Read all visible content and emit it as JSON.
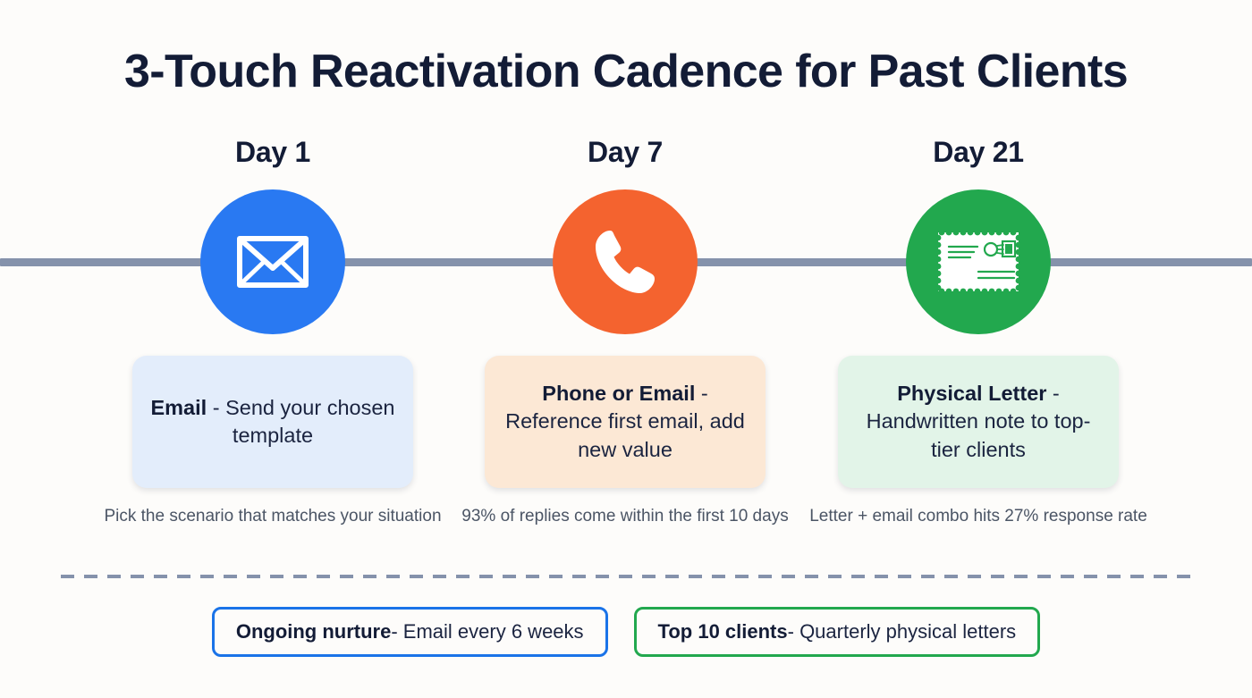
{
  "title": "3-Touch Reactivation Cadence for Past Clients",
  "colors": {
    "background": "#fdfcfa",
    "title_text": "#131c36",
    "timeline_bar": "#8592ab",
    "divider": "#8592ab",
    "step1_circle": "#2979f2",
    "step2_circle": "#f4632f",
    "step3_circle": "#22a84e",
    "step1_card": "#e3edfb",
    "step2_card": "#fce8d5",
    "step3_card": "#e2f4e8",
    "caption_text": "#4b5565",
    "pill_blue_border": "#1a73e8",
    "pill_green_border": "#22a84e"
  },
  "steps": [
    {
      "day_label": "Day 1",
      "icon": "envelope-icon",
      "circle_color": "#2979f2",
      "card_color": "#e3edfb",
      "card_bold": "Email",
      "card_rest": " - Send your chosen template",
      "caption": "Pick the scenario that matches your situation"
    },
    {
      "day_label": "Day 7",
      "icon": "phone-icon",
      "circle_color": "#f4632f",
      "card_color": "#fce8d5",
      "card_bold": "Phone or Email",
      "card_rest": " - Reference first email, add new value",
      "caption": "93% of replies come within the first 10 days"
    },
    {
      "day_label": "Day 21",
      "icon": "postal-letter-icon",
      "circle_color": "#22a84e",
      "card_color": "#e2f4e8",
      "card_bold": "Physical Letter",
      "card_rest": " - Handwritten note to top-tier clients",
      "caption": "Letter + email combo hits 27% response rate"
    }
  ],
  "footer": {
    "pills": [
      {
        "bold": "Ongoing nurture",
        "rest": " - Email every 6 weeks",
        "border_color": "#1a73e8"
      },
      {
        "bold": "Top 10 clients",
        "rest": " - Quarterly physical letters",
        "border_color": "#22a84e"
      }
    ]
  }
}
